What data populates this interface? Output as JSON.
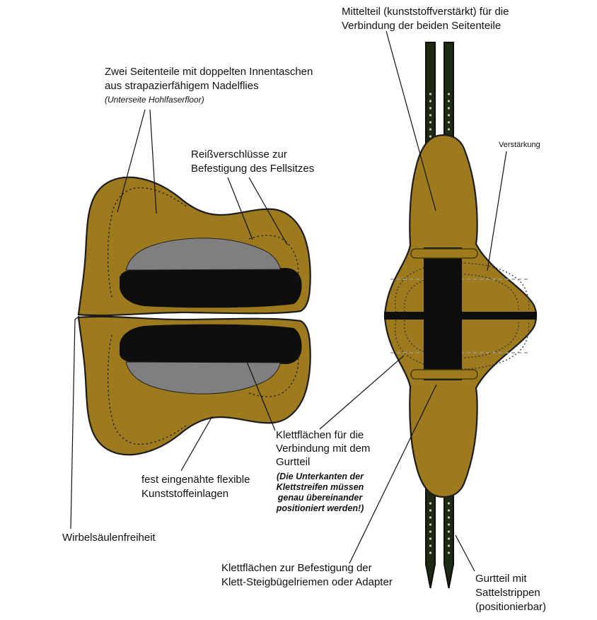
{
  "colors": {
    "background": "#ffffff",
    "saddle": "#9c7a1d",
    "outline": "#1c1c1c",
    "pocket_gray": "#7f7f7f",
    "black_area": "#0e0e0c",
    "strap_green": "#1e2a14",
    "dash_gray": "#9a9a9a",
    "label_text": "#111111"
  },
  "labels": {
    "mittelteil": "Mittelteil (kunststoffverstärkt) für die\nVerbindung der beiden Seitenteile",
    "seitenteile": "Zwei Seitenteile mit doppelten Innentaschen\naus strapazierfähigem Nadelflies",
    "seitenteile_note": "(Unterseite Hohlfaserfloor)",
    "reissverschluesse": "Reißverschlüsse zur\nBefestigung des Fellsitzes",
    "verstaerkung": "Verstärkung",
    "klett_gurtteil": "Klettflächen für die\nVerbindung mit dem\nGurtteil",
    "klett_gurtteil_note": "(Die Unterkanten der\nKlettstreifen müssen\ngenau übereinander\npositioniert werden!)",
    "kunststoffeinlagen": "fest eingenähte flexible\nKunststoffeinlagen",
    "wirbelsaeulenfreiheit": "Wirbelsäulenfreiheit",
    "klett_steigbuegel": "Klettflächen zur Befestigung der\nKlett-Steigbügelriemen oder Adapter",
    "gurtteil": "Gurtteil mit\nSattelstrippen\n(positionierbar)"
  }
}
